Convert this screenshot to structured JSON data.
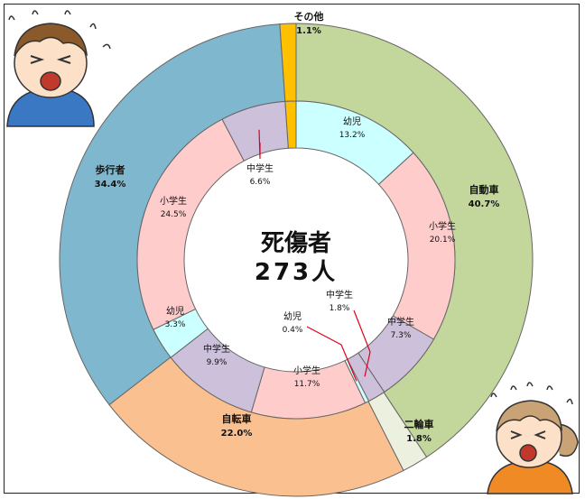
{
  "chart_data": {
    "type": "donut",
    "center": {
      "line1": "死傷者",
      "line2": "273人"
    },
    "outer": [
      {
        "name": "自動車",
        "value": 40.7,
        "label": "40.7%",
        "color": "#C3D69B"
      },
      {
        "name": "二輪車",
        "value": 1.8,
        "label": "1.8%",
        "color": "#EBF1DE"
      },
      {
        "name": "自転車",
        "value": 22.0,
        "label": "22.0%",
        "color": "#FAC090"
      },
      {
        "name": "歩行者",
        "value": 34.4,
        "label": "34.4%",
        "color": "#7FB8CE"
      },
      {
        "name": "その他",
        "value": 1.1,
        "label": "1.1%",
        "color": "#FFC000"
      }
    ],
    "inner": [
      {
        "name": "幼児",
        "value": 13.2,
        "label": "13.2%",
        "color": "#CCFFFF"
      },
      {
        "name": "小学生",
        "value": 20.1,
        "label": "20.1%",
        "color": "#FFCCCC"
      },
      {
        "name": "中学生",
        "value": 7.3,
        "label": "7.3%",
        "color": "#CCC0DA"
      },
      {
        "name": "中学生",
        "value": 1.8,
        "label": "1.8%",
        "color": "#CCC0DA"
      },
      {
        "name": "幼児",
        "value": 0.4,
        "label": "0.4%",
        "color": "#CCFFFF"
      },
      {
        "name": "小学生",
        "value": 11.7,
        "label": "11.7%",
        "color": "#FFCCCC"
      },
      {
        "name": "中学生",
        "value": 9.9,
        "label": "9.9%",
        "color": "#CCC0DA"
      },
      {
        "name": "幼児",
        "value": 3.3,
        "label": "3.3%",
        "color": "#CCFFFF"
      },
      {
        "name": "小学生",
        "value": 24.5,
        "label": "24.5%",
        "color": "#FFCCCC"
      },
      {
        "name": "中学生",
        "value": 6.6,
        "label": "6.6%",
        "color": "#CCC0DA"
      },
      {
        "name": "",
        "value": 1.1,
        "label": "",
        "color": "#FFC000"
      }
    ]
  },
  "illustrations": {
    "boy": {
      "icon": "crying-boy-icon",
      "skin": "#FDE0C8",
      "hair": "#8B5A2B",
      "shirt": "#3A78C4"
    },
    "girl": {
      "icon": "crying-girl-icon",
      "skin": "#FDE0C8",
      "hair": "#C9A276",
      "shirt": "#F08A24"
    }
  }
}
